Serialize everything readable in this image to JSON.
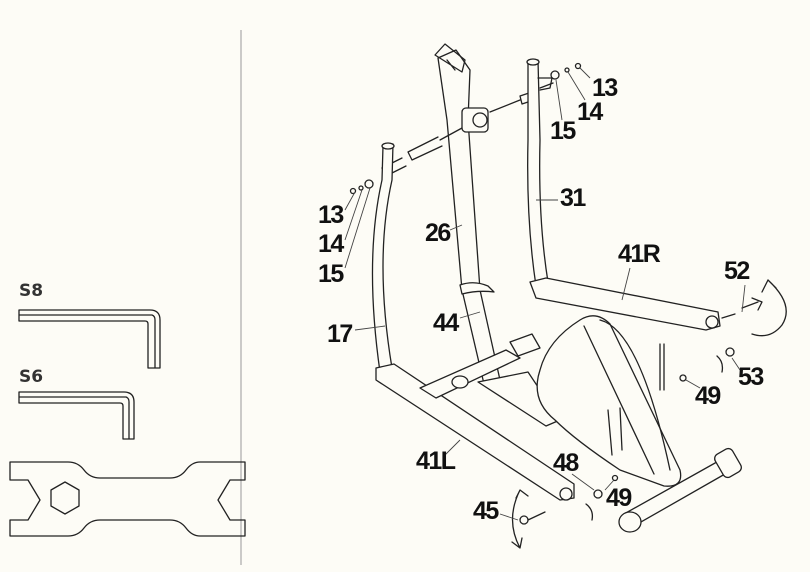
{
  "tools": {
    "hex_key_large": "S8",
    "hex_key_small": "S6"
  },
  "parts": {
    "bolt_right": "13",
    "spring_washer_right": "14",
    "washer_right": "15",
    "bolt_left": "13",
    "spring_washer_left": "14",
    "washer_left": "15",
    "right_handle_bar": "31",
    "main_post": "26",
    "right_pedal_arm": "41R",
    "right_axle_bolt": "52",
    "left_handle_bar": "17",
    "post_sleeve": "44",
    "nut": "53",
    "washer_49_upper": "49",
    "left_pedal_arm": "41L",
    "part_48": "48",
    "washer_49_lower": "49",
    "left_axle_bolt": "45"
  }
}
